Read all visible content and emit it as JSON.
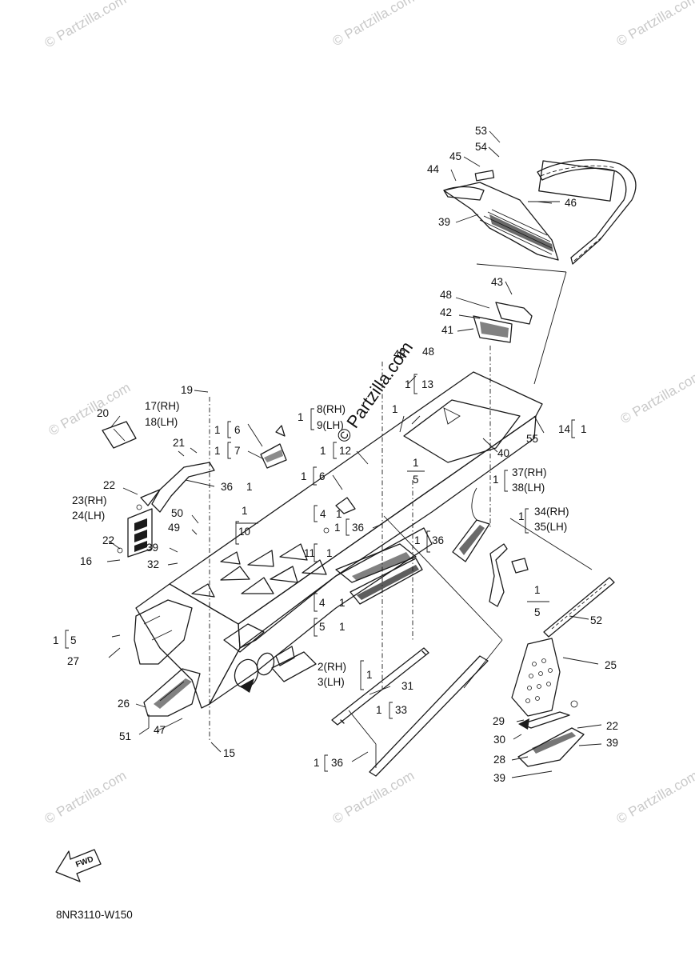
{
  "watermark": {
    "text": "© Partzilla.com",
    "center_text": "© Partzilla.com"
  },
  "diagram_code": "8NR3110-W150",
  "fwd_label": "FWD",
  "callouts": {
    "c53": "53",
    "c54": "54",
    "c45": "45",
    "c44": "44",
    "c46": "46",
    "c39a": "39",
    "c43": "43",
    "c48a": "48",
    "c42": "42",
    "c41": "41",
    "c48b": "48",
    "c48c": "48",
    "c13": "13",
    "c1_13": "1",
    "c19": "19",
    "c17": "17(RH)",
    "c18": "18(LH)",
    "c20": "20",
    "c21": "21",
    "c8": "8(RH)",
    "c9": "9(LH)",
    "c1_8": "1",
    "c1_6a": "1",
    "c6a": "6",
    "c1_7": "1",
    "c7": "7",
    "c1_12": "1",
    "c12": "12",
    "c1_a": "1",
    "c14": "14",
    "c1_14": "1",
    "c55": "55",
    "c40": "40",
    "c36a": "36",
    "c1_36a": "1",
    "c1_5top": "1",
    "c5top": "5",
    "c1_6b": "1",
    "c6b": "6",
    "c22a": "22",
    "c23": "23(RH)",
    "c24": "24(LH)",
    "c37": "37(RH)",
    "c38": "38(LH)",
    "c1_37": "1",
    "c4a": "4",
    "c1_4a": "1",
    "c50": "50",
    "c49": "49",
    "c1_10": "1",
    "c10": "10",
    "c1_36b": "1",
    "c36b": "36",
    "c34": "34(RH)",
    "c35": "35(LH)",
    "c1_34": "1",
    "c22b": "22",
    "c16": "16",
    "c39b": "39",
    "c32": "32",
    "c11": "11",
    "c1_11": "1",
    "c1_36c": "1",
    "c36c": "36",
    "c4b": "4",
    "c1_4b": "1",
    "c1_5r": "1",
    "c5r": "5",
    "c52": "52",
    "c5b": "5",
    "c1_5b": "1",
    "c1_5l": "1",
    "c5l": "5",
    "c27": "27",
    "c25": "25",
    "c2": "2(RH)",
    "c3": "3(LH)",
    "c1_2": "1",
    "c31": "31",
    "c26": "26",
    "c1_33": "1",
    "c33": "33",
    "c29": "29",
    "c51": "51",
    "c47": "47",
    "c22c": "22",
    "c30": "30",
    "c39c": "39",
    "c15": "15",
    "c28": "28",
    "c1_36d": "1",
    "c36d": "36",
    "c39d": "39"
  }
}
